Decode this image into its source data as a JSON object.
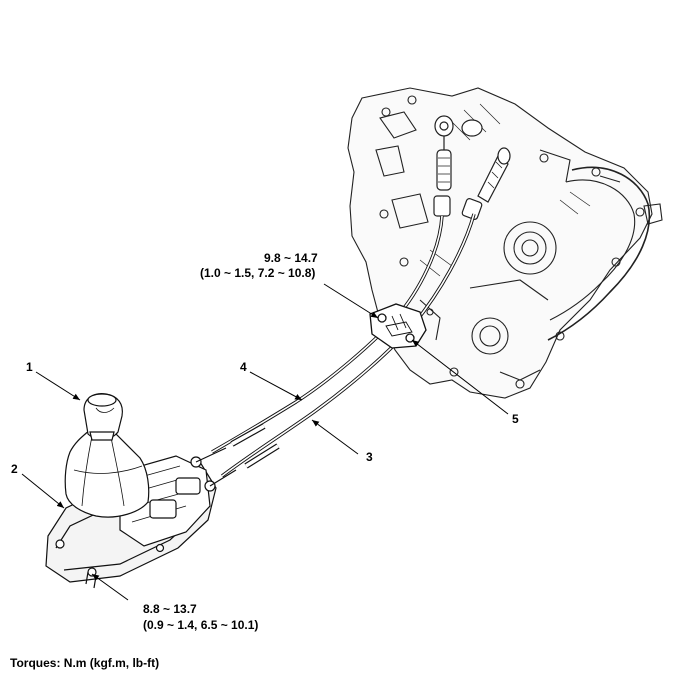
{
  "callouts": {
    "c1": "1",
    "c2": "2",
    "c3": "3",
    "c4": "4",
    "c5": "5"
  },
  "torque_upper": {
    "line1": "9.8 ~ 14.7",
    "line2": "(1.0 ~ 1.5, 7.2 ~ 10.8)"
  },
  "torque_lower": {
    "line1": "8.8 ~ 13.7",
    "line2": "(0.9 ~ 1.4, 6.5 ~ 10.1)"
  },
  "footer": "Torques: N.m (kgf.m, lb-ft)"
}
